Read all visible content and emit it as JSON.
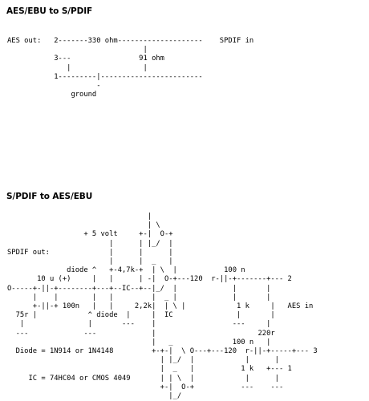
{
  "section1": {
    "title": "AES/EBU to S/PDIF",
    "diagram": "AES out:   2-------330 ohm--------------------    SPDIF in\n                                |\n           3---                91 ohm\n              |                 |\n           1---------|------------------------\n                     -\n               ground"
  },
  "section2": {
    "title": "S/PDIF to AES/EBU",
    "diagram": "                                 |\n                                 | \\\n                  + 5 volt     +-|  O-+\n                        |      | |_/  |\nSPDIF out:              |      |      |\n                        |      |  _   |\n              diode ^   +-4,7k-+  | \\  |           100 n\n       10 u (+)     |   |      | -|  O-+---120  r-||-+-------+--- 2\nO-----+-||-+--------+---+--IC--+--|_/  |             |       |\n      |    |        |   |         |  _ |             |       |\n      +-||-+ 100n   |   |     2,2k|  | \\ |            1 k     |   AES in\n  75r |            ^ diode  |     |  IC               |       |\n   |               |       ---    |                  ---     |\n  ---             ---             |                        220r\n                                  |   _              100 n   |\n  Diode = 1N914 or 1N4148         +-+-|  \\ O---+---120  r-||-+-----+--- 3\n                                    | |_/  |            |      |\n                                    |  _   |           1 k   +--- 1\n     IC = 74HC04 or CMOS 4049       | | \\  |            |      |\n                                    +-|  O-+           ---    ---\n                                      |_/"
  }
}
